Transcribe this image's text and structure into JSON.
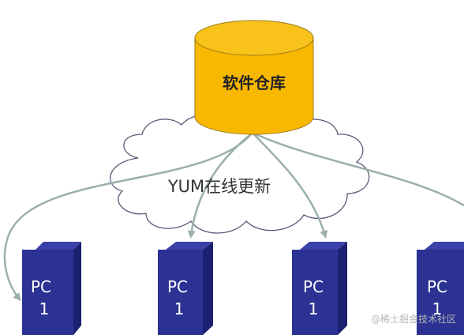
{
  "repository": {
    "label": "软件仓库",
    "color": "#F9B800"
  },
  "cloud": {
    "label": "YUM在线更新"
  },
  "clients": [
    {
      "line1": "PC",
      "line2": "1"
    },
    {
      "line1": "PC",
      "line2": "1"
    },
    {
      "line1": "PC",
      "line2": "1"
    },
    {
      "line1": "PC",
      "line2": "1"
    }
  ],
  "colors": {
    "pc_front": "#2B3293",
    "pc_side": "#1B2070",
    "arrow": "#9AB0A8"
  },
  "watermark": "@稀土掘金技术社区"
}
